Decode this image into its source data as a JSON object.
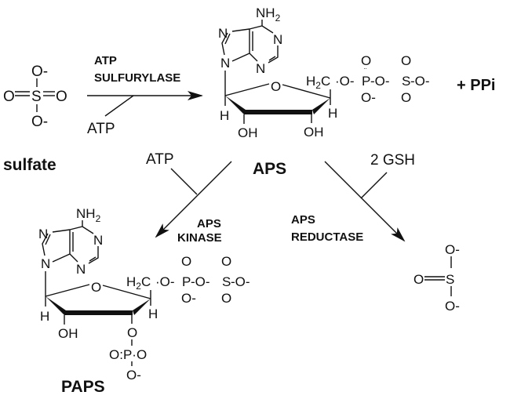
{
  "title": "Sulfate assimilation pathway",
  "sulfate": {
    "o_top": "O-",
    "o_left": "O",
    "s": "S",
    "o_right": "O",
    "o_bottom": "O-",
    "label": "sulfate"
  },
  "step1": {
    "enzyme_line1": "ATP",
    "enzyme_line2": "SULFURYLASE",
    "cosubstrate": "ATP",
    "byproduct": "+ PPi"
  },
  "aps": {
    "nh2": "NH",
    "nh2_sub": "2",
    "n": "N",
    "ring_o": "O",
    "h": "H",
    "oh": "OH",
    "h2c_h": "H",
    "h2c_2": "2",
    "h2c_c": "C",
    "chain_o": "·O-",
    "p": "P",
    "o": "O",
    "o_minus": "O-",
    "s": "S",
    "s_tail": "-O-",
    "bridge": "-O-",
    "label": "APS"
  },
  "step2": {
    "cosubstrate": "ATP",
    "enzyme_line1": "APS",
    "enzyme_line2": "KINASE"
  },
  "step3": {
    "cosubstrate": "2 GSH",
    "enzyme_line1": "APS",
    "enzyme_line2": "REDUCTASE"
  },
  "paps": {
    "label": "PAPS",
    "phosphate_o": "O",
    "phosphate_row": "O:P·O",
    "phosphate_o_minus": "O-"
  },
  "sulfite": {
    "o_top": "O-",
    "o_left": "O",
    "s": "S",
    "o_bottom": "O-"
  }
}
